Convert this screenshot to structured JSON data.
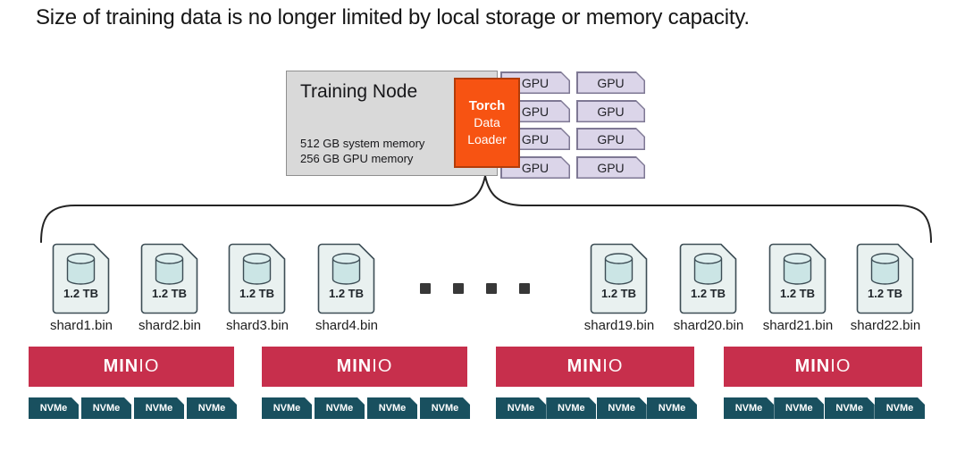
{
  "title": "Size of training data is no longer limited by local storage or memory capacity.",
  "training_node": {
    "title": "Training Node",
    "specs": [
      "512 GB system memory",
      "256 GB GPU memory"
    ]
  },
  "torch_loader": {
    "line1": "Torch",
    "line2": "Data",
    "line3": "Loader"
  },
  "gpus": {
    "label": "GPU",
    "count": 8
  },
  "shards": {
    "items": [
      {
        "size": "1.2 TB",
        "name": "shard1.bin"
      },
      {
        "size": "1.2 TB",
        "name": "shard2.bin"
      },
      {
        "size": "1.2 TB",
        "name": "shard3.bin"
      },
      {
        "size": "1.2 TB",
        "name": "shard4.bin"
      },
      {
        "size": "1.2 TB",
        "name": "shard19.bin"
      },
      {
        "size": "1.2 TB",
        "name": "shard20.bin"
      },
      {
        "size": "1.2 TB",
        "name": "shard21.bin"
      },
      {
        "size": "1.2 TB",
        "name": "shard22.bin"
      }
    ]
  },
  "minio": {
    "brand_bold": "MIN",
    "brand_light": "IO",
    "cluster_count": 4
  },
  "nvme": {
    "label": "NVMe",
    "per_cluster": 4
  },
  "colors": {
    "torch_orange": "#f75312",
    "torch_border": "#b23c09",
    "minio_red": "#c72f4c",
    "nvme_teal": "#19505f",
    "gpu_lavender": "#dbd5e9",
    "gpu_border": "#7e7894",
    "node_grey": "#d9d9d9",
    "shard_mint": "#e9f1f0",
    "line_dark": "#242424"
  }
}
